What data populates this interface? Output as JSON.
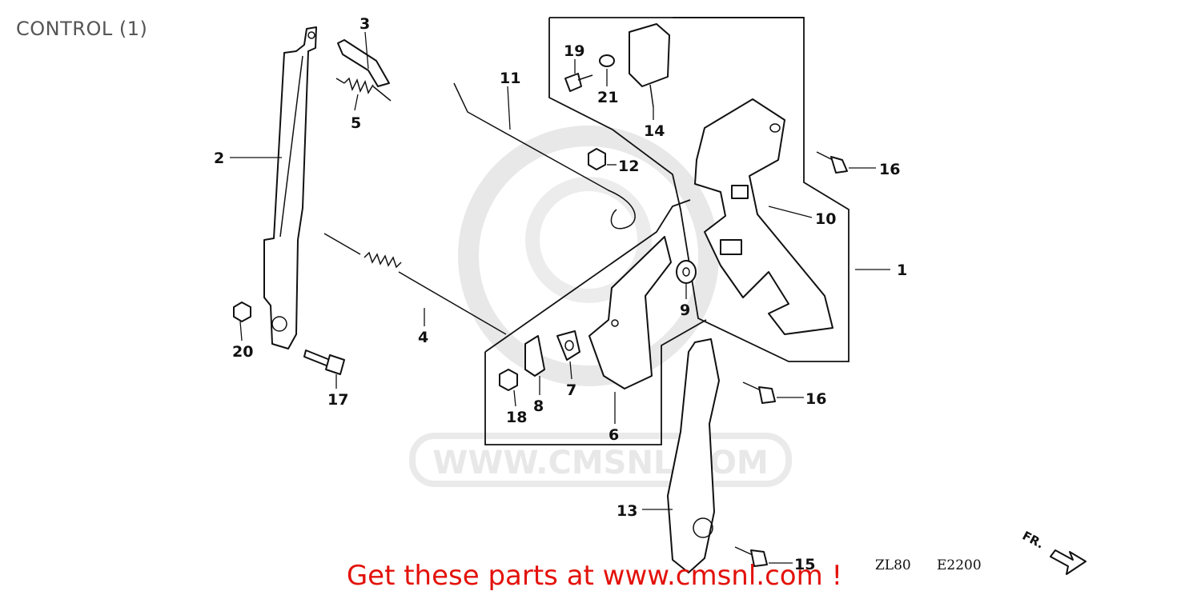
{
  "title": "CONTROL (1)",
  "footer_text": "Get these parts at www.cmsnl.com !",
  "watermark_text": "WWW.CMSNL.COM",
  "diagram_codes": [
    "ZL80",
    "E2200"
  ],
  "direction_label": "FR.",
  "callouts": [
    "1",
    "2",
    "3",
    "4",
    "5",
    "6",
    "7",
    "8",
    "9",
    "10",
    "11",
    "12",
    "13",
    "14",
    "15",
    "16",
    "16",
    "17",
    "18",
    "19",
    "20",
    "21"
  ],
  "colors": {
    "footer": "#e3120b",
    "title": "#555555",
    "watermark": "#e6e6e6"
  }
}
